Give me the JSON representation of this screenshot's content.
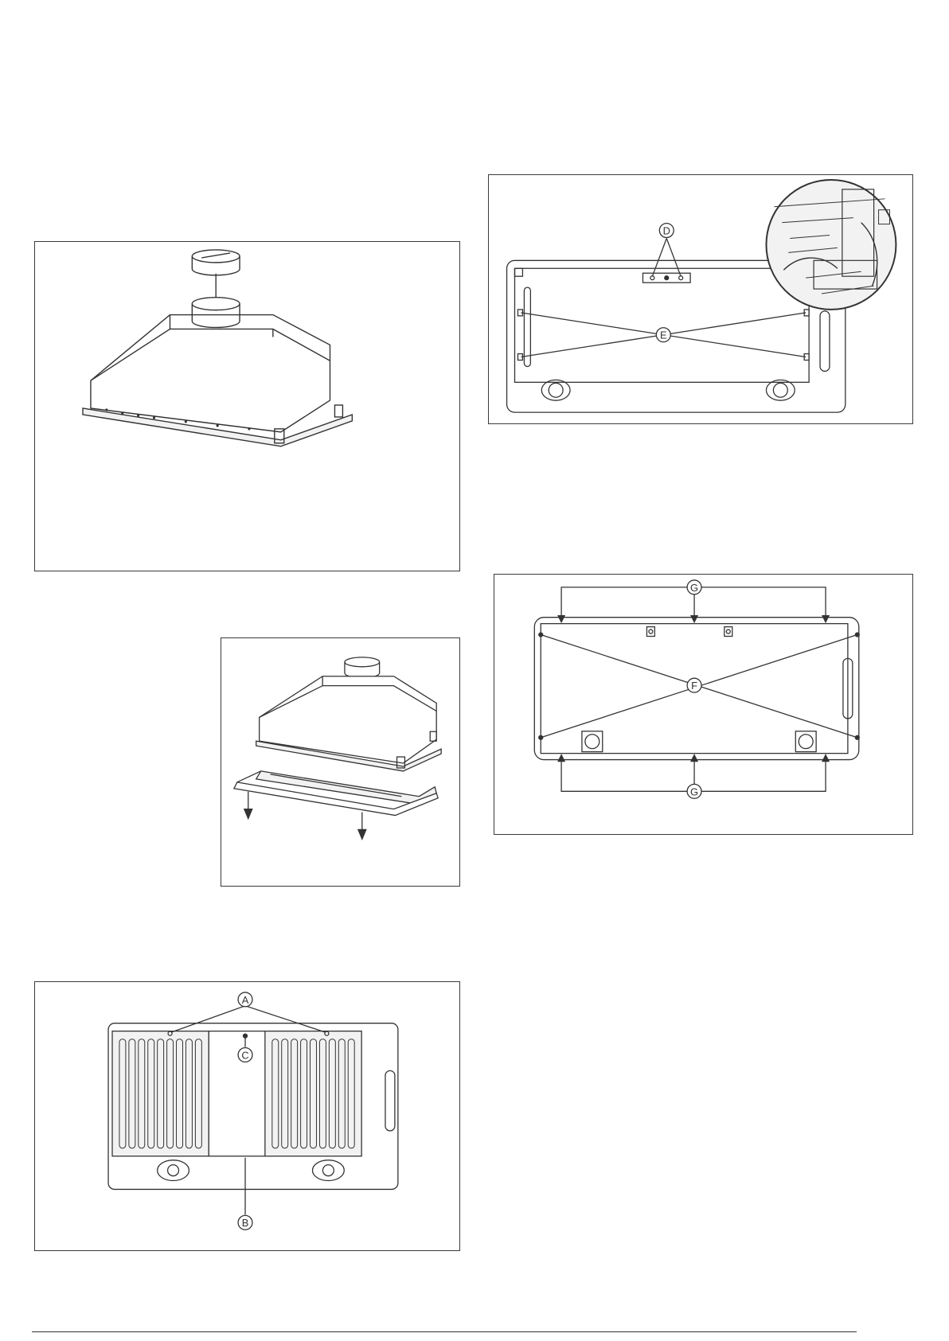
{
  "figures": {
    "duct_fitting": {
      "labels": []
    },
    "liner_separation": {
      "labels": []
    },
    "underside_filters": {
      "labels": {
        "a": "A",
        "b": "B",
        "c": "C"
      }
    },
    "underside_inner": {
      "labels": {
        "d": "D",
        "e": "E"
      }
    },
    "liner_fixing": {
      "labels": {
        "f": "F",
        "g_top": "G",
        "g_bottom": "G"
      }
    }
  },
  "colors": {
    "line": "#333333",
    "frame": "#3a3a3a",
    "fill_light": "#f2f2f2"
  }
}
